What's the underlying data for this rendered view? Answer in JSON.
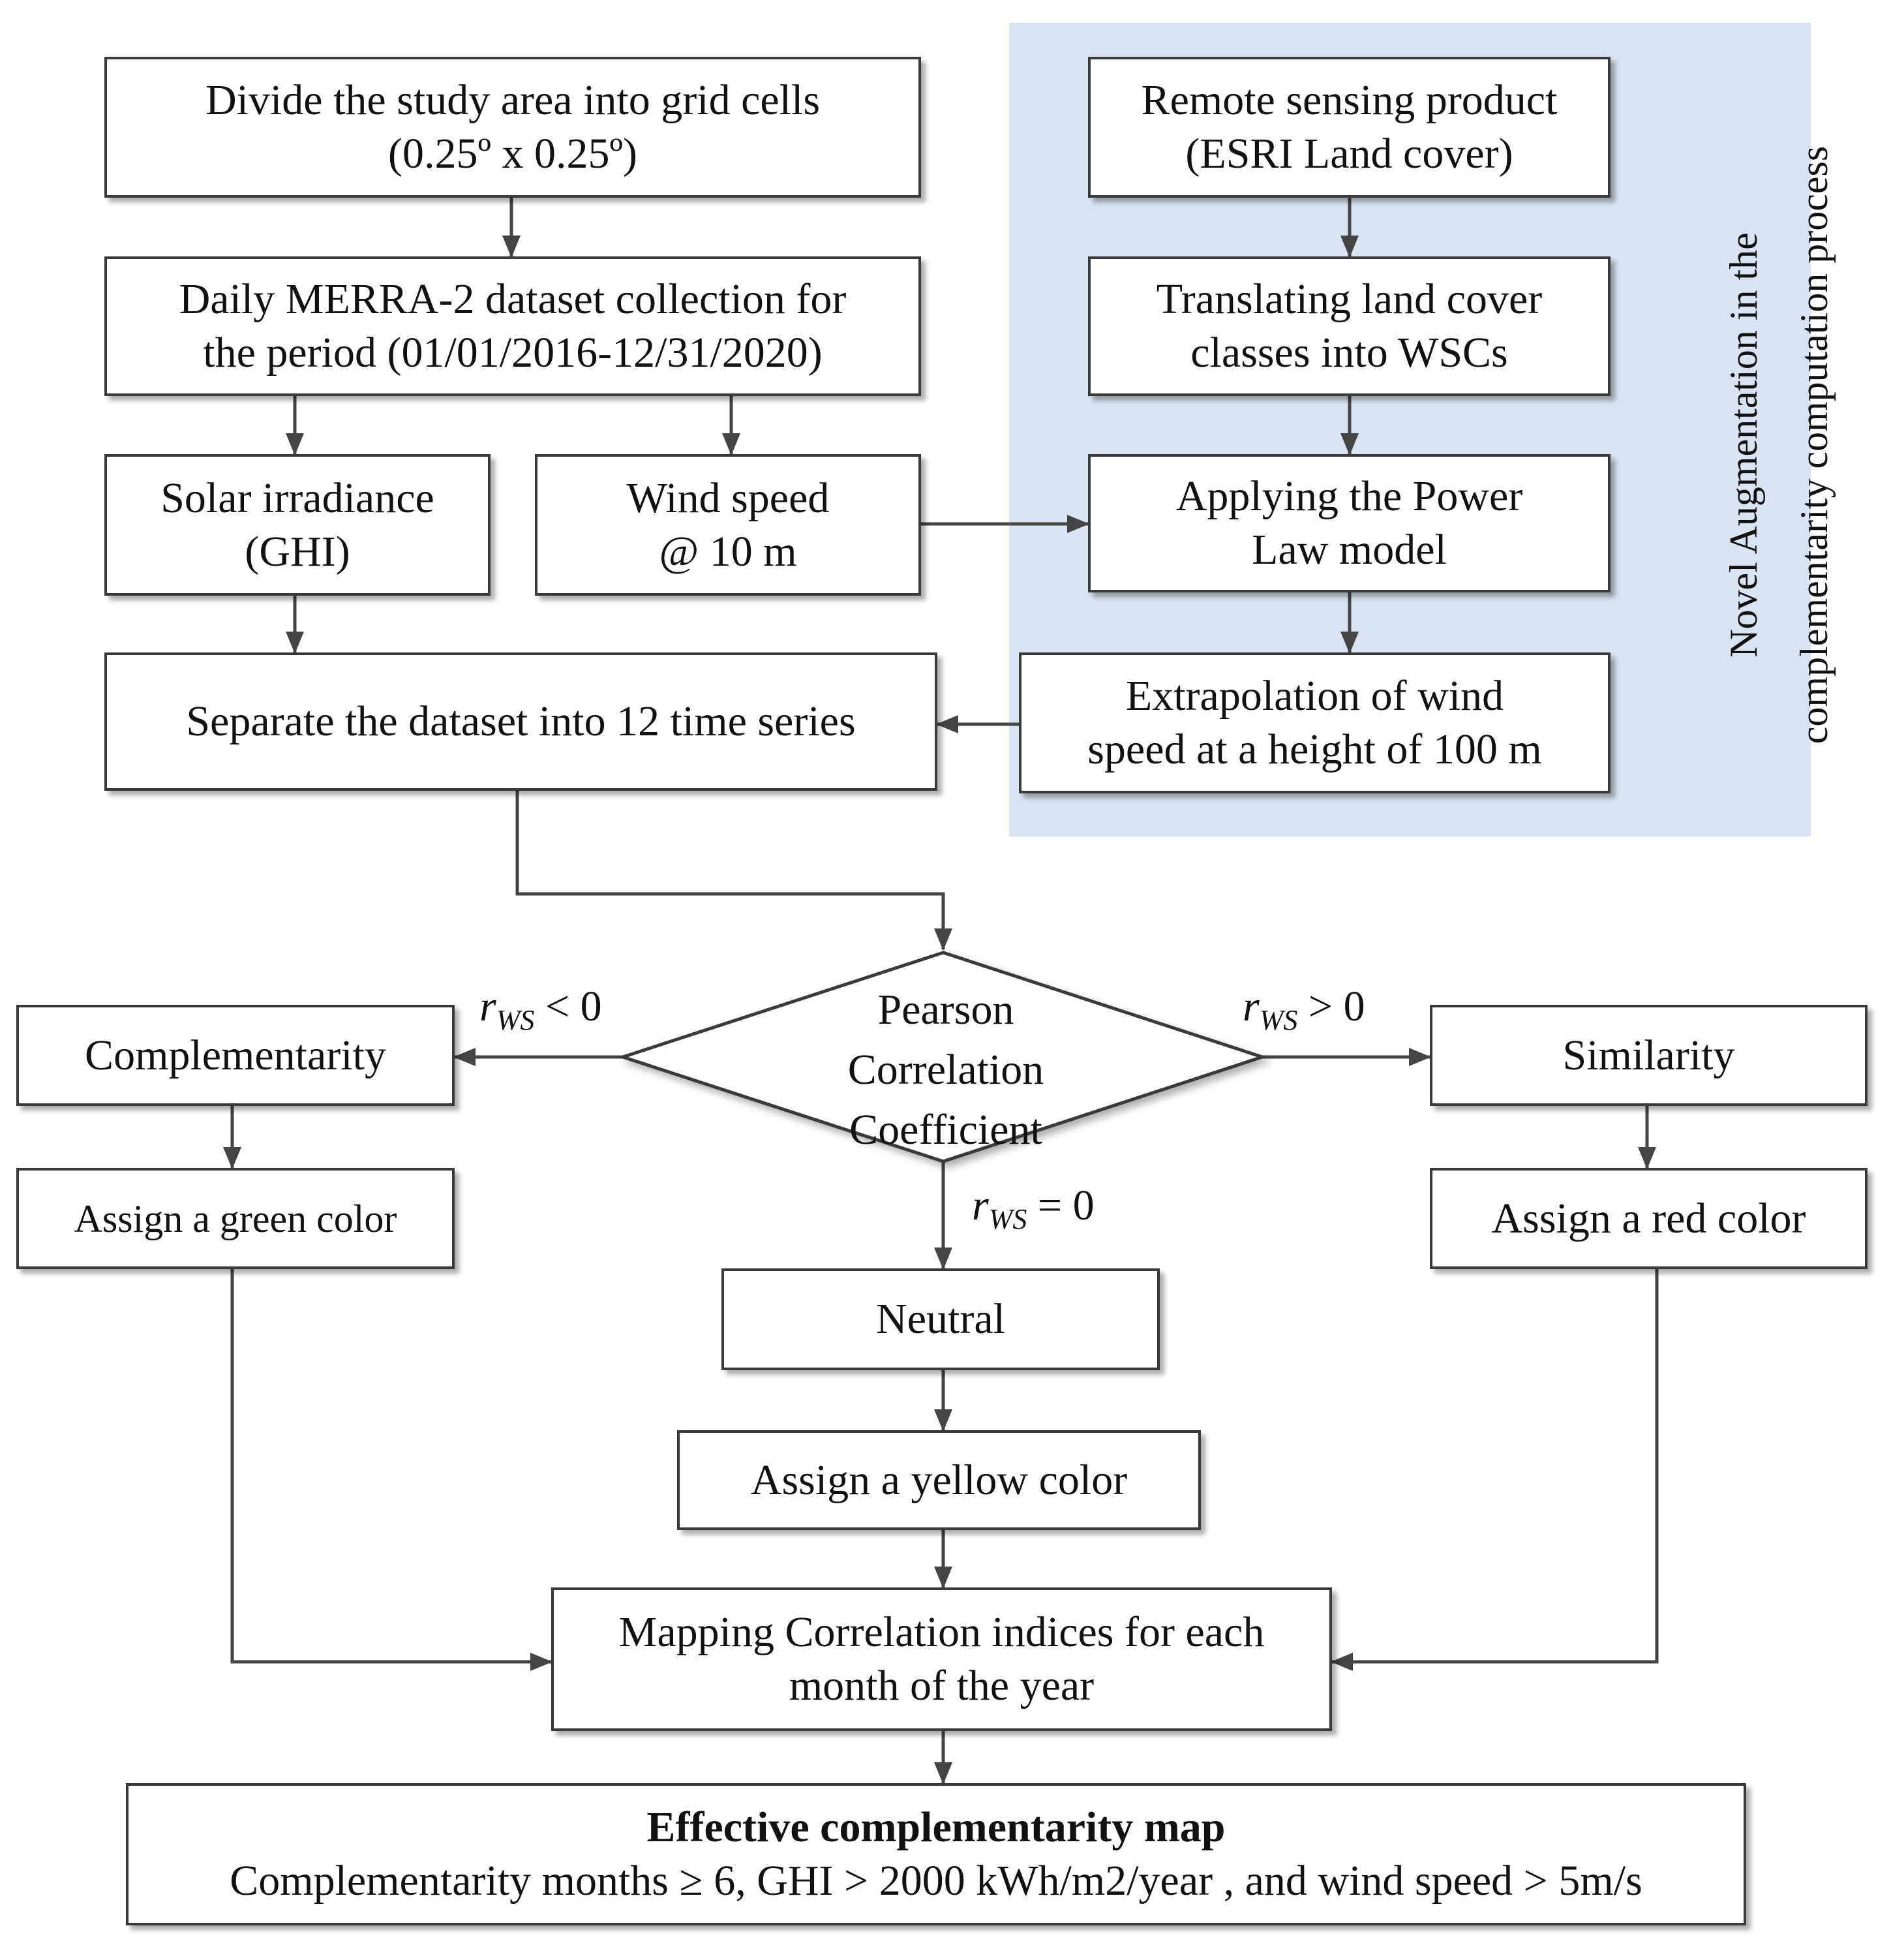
{
  "steps": {
    "grid": {
      "line1": "Divide the study area into grid cells",
      "line2": "(0.25º x 0.25º)"
    },
    "merra": {
      "line1": "Daily MERRA-2 dataset collection for",
      "line2": "the period (01/01/2016-12/31/2020)"
    },
    "solar": {
      "line1": "Solar irradiance",
      "line2": "(GHI)"
    },
    "wind": {
      "line1": "Wind speed",
      "line2": "@ 10 m"
    },
    "separate": {
      "line1": "Separate the dataset into 12 time series"
    },
    "remote": {
      "line1": "Remote sensing product",
      "line2": "(ESRI Land cover)"
    },
    "translate": {
      "line1": "Translating land cover",
      "line2": "classes into WSCs"
    },
    "powerlaw": {
      "line1": "Applying the Power",
      "line2": "Law model"
    },
    "extrapolation": {
      "line1": "Extrapolation of wind",
      "line2": "speed at a height of 100 m"
    },
    "pearson": {
      "line1": "Pearson Correlation",
      "line2": "Coefficient"
    },
    "complementarity": {
      "line1": "Complementarity"
    },
    "similarity": {
      "line1": "Similarity"
    },
    "neutral": {
      "line1": "Neutral"
    },
    "green": {
      "line1": "Assign a green color"
    },
    "red": {
      "line1": "Assign a red color"
    },
    "yellow": {
      "line1": "Assign a yellow color"
    },
    "mapping": {
      "line1": "Mapping Correlation indices for each",
      "line2": "month of the year"
    },
    "effective": {
      "title": "Effective complementarity map",
      "line2": "Complementarity months ≥ 6, GHI > 2000 kWh/m2/year , and wind speed > 5m/s"
    }
  },
  "panel_label": {
    "line1": "Novel Augmentation in the",
    "line2": "complementarity computation process"
  },
  "conditions": {
    "negative": {
      "var": "r",
      "sub": "WS",
      "rel": " < 0"
    },
    "positive": {
      "var": "r",
      "sub": "WS",
      "rel": " > 0"
    },
    "zero": {
      "var": "r",
      "sub": "WS",
      "rel": " = 0"
    }
  },
  "colors": {
    "panel": "#d9e3f1",
    "border": "#3a3a3a",
    "line": "#444444"
  }
}
